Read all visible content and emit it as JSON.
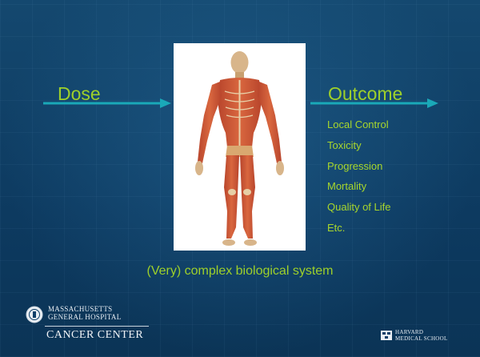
{
  "slide": {
    "input_label": "Dose",
    "output_label": "Outcome",
    "outcomes": [
      "Local Control",
      "Toxicity",
      "Progression",
      "Mortality",
      "Quality of Life",
      "Etc."
    ],
    "caption": "(Very) complex biological system",
    "image_subject": "anatomical-human-figure-illustration"
  },
  "logos": {
    "mgh": {
      "line1": "MASSACHUSETTS",
      "line2": "GENERAL HOSPITAL",
      "line3": "CANCER CENTER"
    },
    "harvard": {
      "line1": "HARVARD",
      "line2": "MEDICAL SCHOOL"
    }
  },
  "colors": {
    "background": "#0f3f68",
    "accent_green": "#9ed02a",
    "arrow_teal": "#1aa9b8"
  }
}
